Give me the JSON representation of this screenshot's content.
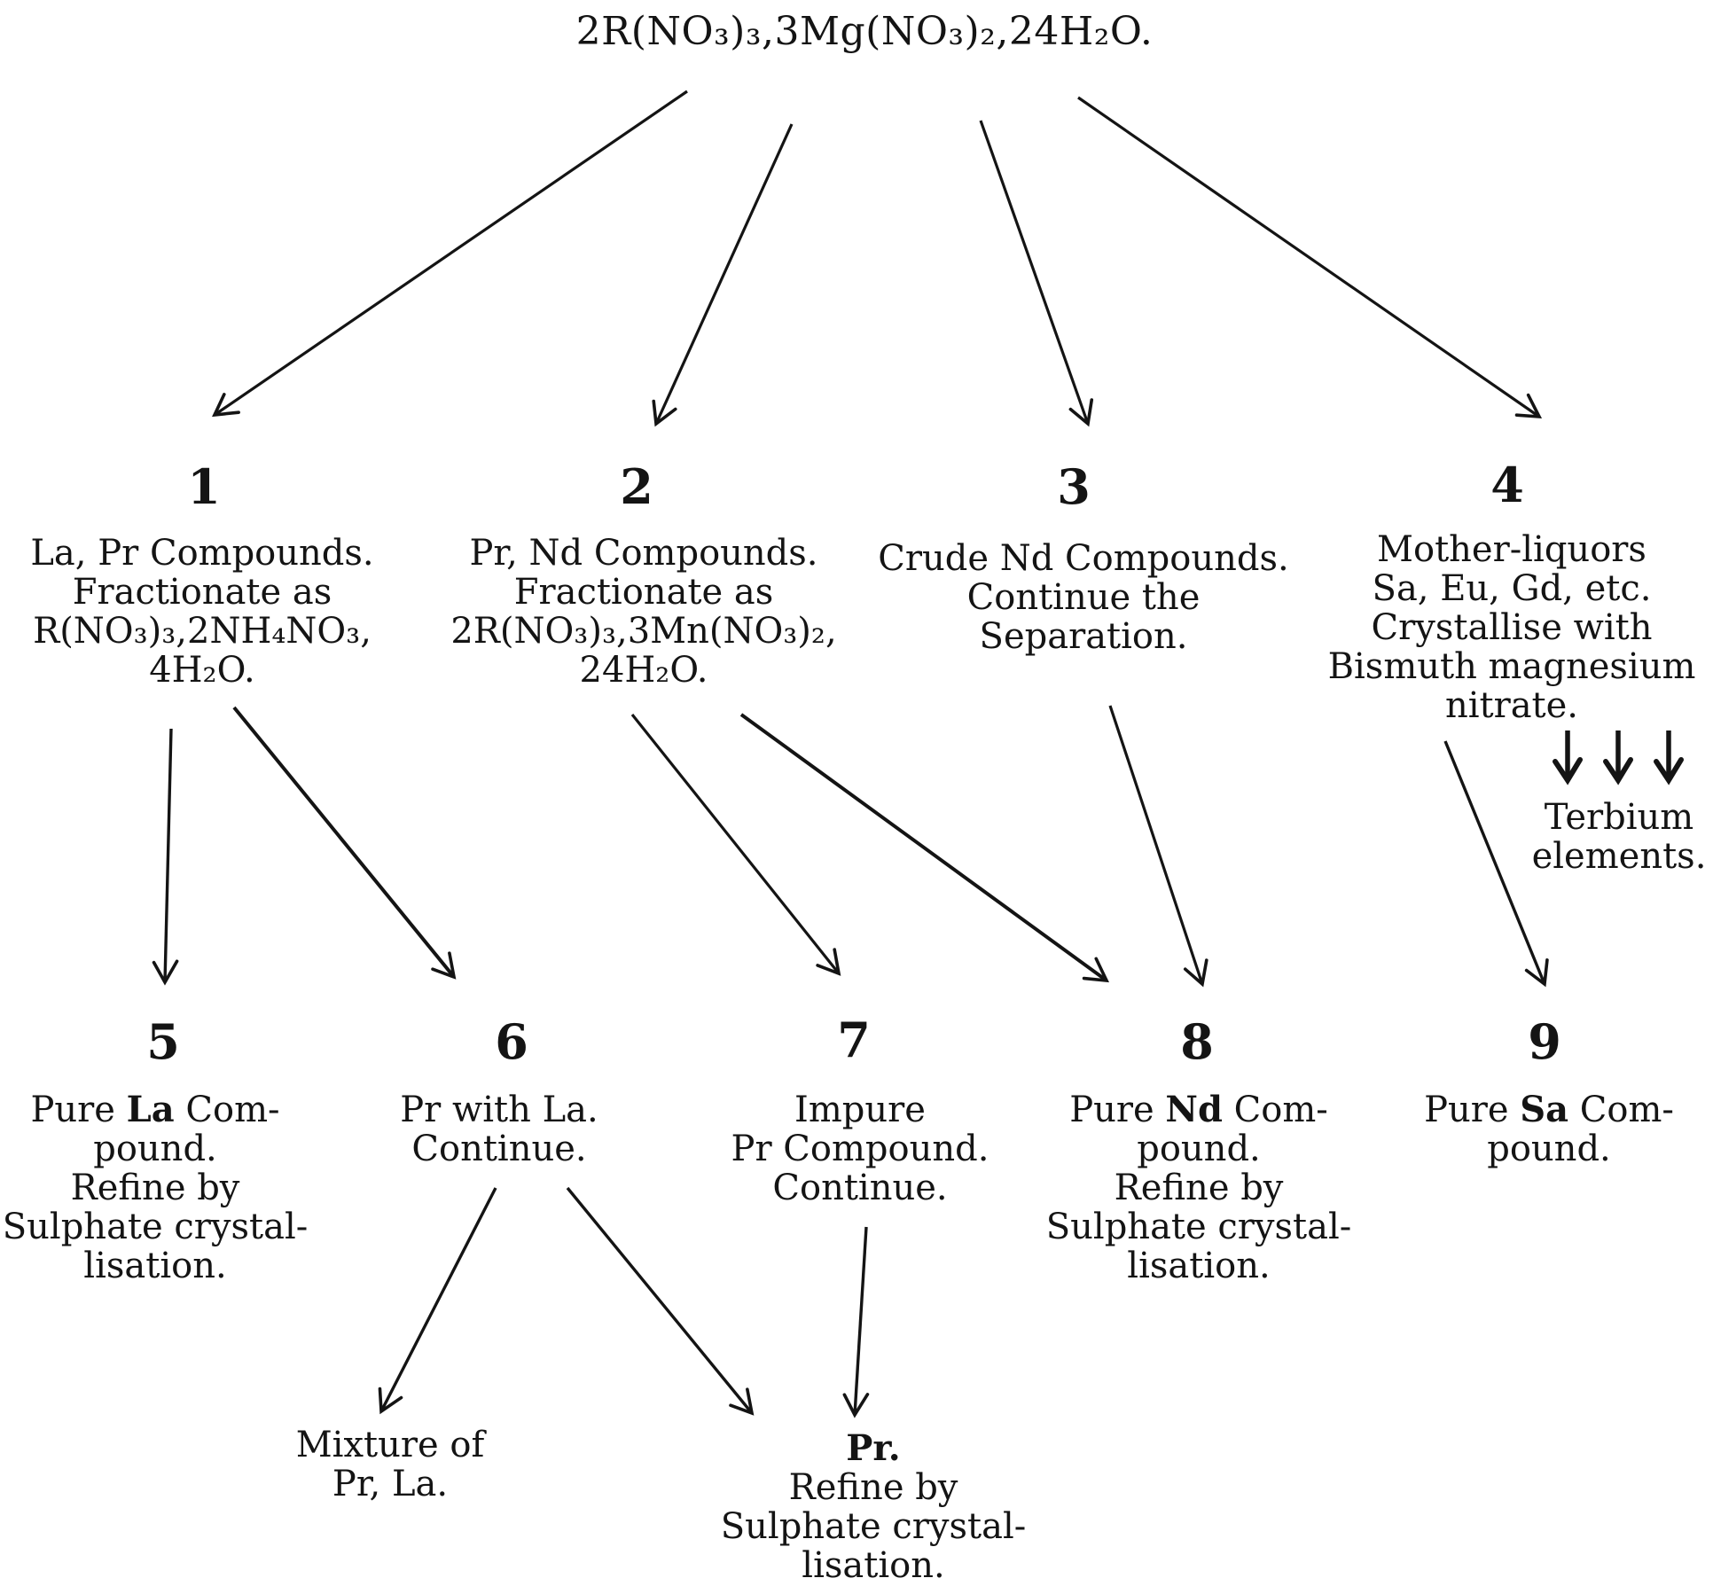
{
  "figure": {
    "title": "2R(NO₃)₃,3Mg(NO₃)₂,24H₂O."
  },
  "nodes": {
    "n1": {
      "number": "1",
      "lines": [
        "La, Pr Compounds.",
        "Fractionate as",
        "R(NO₃)₃,2NH₄NO₃,",
        "4H₂O."
      ]
    },
    "n2": {
      "number": "2",
      "lines": [
        "Pr, Nd Compounds.",
        "Fractionate as",
        "2R(NO₃)₃,3Mn(NO₃)₂,",
        "24H₂O."
      ]
    },
    "n3": {
      "number": "3",
      "lines": [
        "Crude Nd Compounds.",
        "Continue the",
        "Separation."
      ]
    },
    "n4": {
      "number": "4",
      "lines": [
        "Mother-liquors",
        "Sa, Eu, Gd, etc.",
        "Crystallise with",
        "Bismuth magnesium",
        "nitrate."
      ]
    },
    "terbium": {
      "lines": [
        "Terbium",
        "elements."
      ]
    },
    "n5": {
      "number": "5",
      "line1_pre": "Pure ",
      "line1_bold": "La",
      "line1_post": " Com-",
      "lines": [
        "pound.",
        "Refine by",
        "Sulphate crystal-",
        "lisation."
      ]
    },
    "n6": {
      "number": "6",
      "lines": [
        "Pr with La.",
        "Continue."
      ]
    },
    "n7": {
      "number": "7",
      "lines": [
        "Impure",
        "Pr Compound.",
        "Continue."
      ]
    },
    "n8": {
      "number": "8",
      "line1_pre": "Pure ",
      "line1_bold": "Nd",
      "line1_post": " Com-",
      "lines": [
        "pound.",
        "Refine by",
        "Sulphate crystal-",
        "lisation."
      ]
    },
    "n9": {
      "number": "9",
      "line1_pre": "Pure ",
      "line1_bold": "Sa",
      "line1_post": " Com-",
      "lines": [
        "pound."
      ]
    },
    "mixture": {
      "lines": [
        "Mixture of",
        "Pr, La."
      ]
    },
    "pr": {
      "title": "Pr.",
      "lines": [
        "Refine by",
        "Sulphate crystal-",
        "lisation."
      ]
    }
  }
}
